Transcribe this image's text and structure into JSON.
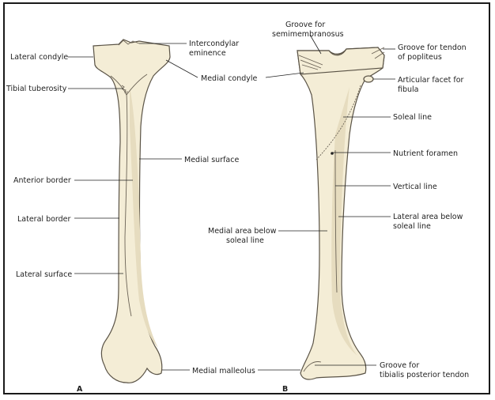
{
  "view_a": {
    "letter": "A",
    "labels": {
      "lateral_condyle": "Lateral condyle",
      "intercondylar_1": "Intercondylar",
      "intercondylar_2": "eminence",
      "tibial_tuberosity": "Tibial tuberosity",
      "medial_condyle": "Medial condyle",
      "medial_surface": "Medial surface",
      "anterior_border": "Anterior border",
      "lateral_border": "Lateral border",
      "lateral_surface": "Lateral surface",
      "medial_malleolus": "Medial malleolus"
    }
  },
  "view_b": {
    "letter": "B",
    "labels": {
      "semimem_1": "Groove for",
      "semimem_2": "semimembranosus",
      "popliteus_1": "Groove for tendon",
      "popliteus_2": "of popliteus",
      "fibula_facet_1": "Articular facet for",
      "fibula_facet_2": "fibula",
      "soleal_line": "Soleal line",
      "nutrient_foramen": "Nutrient foramen",
      "vertical_line": "Vertical line",
      "lateral_area_1": "Lateral area below",
      "lateral_area_2": "soleal line",
      "medial_area_1": "Medial area below",
      "medial_area_2": "soleal line",
      "tib_post_1": "Groove for",
      "tib_post_2": "tibialis posterior tendon"
    }
  },
  "colors": {
    "bone": "#f4edd6",
    "outline": "#5a5346",
    "text": "#1f1f1f"
  }
}
